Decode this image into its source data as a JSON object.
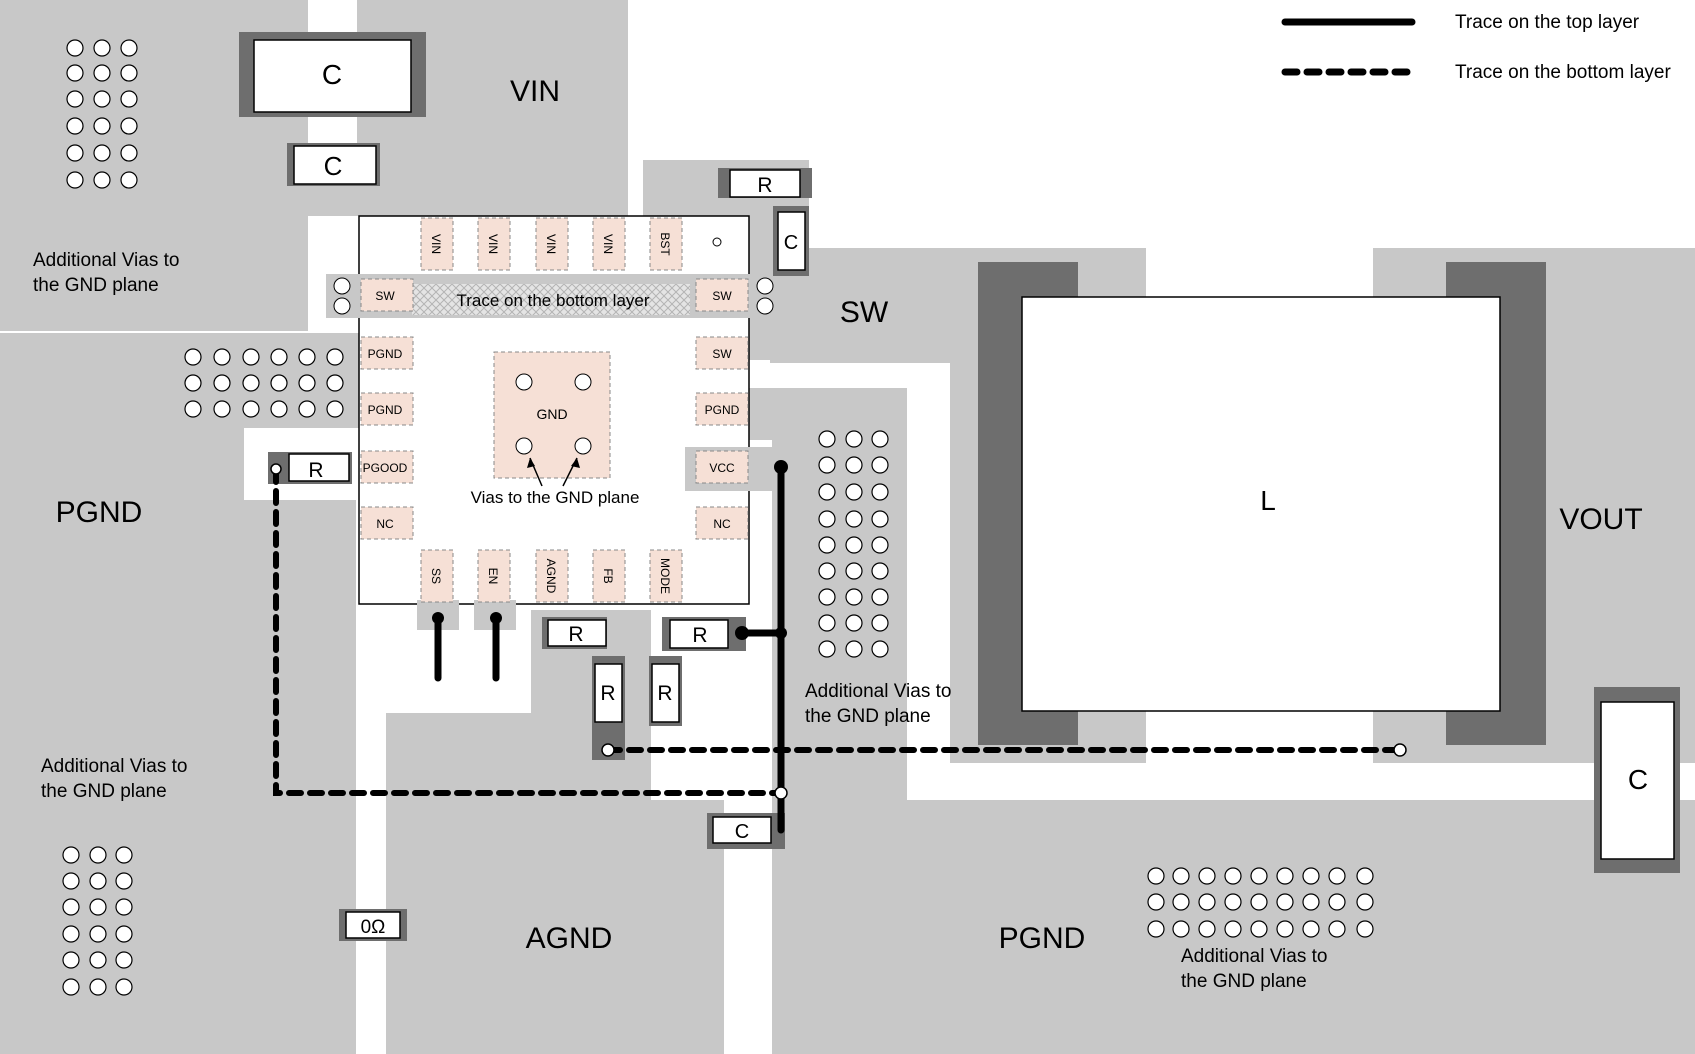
{
  "legend": {
    "top_layer": "Trace on the top layer",
    "bottom_layer": "Trace on the bottom layer"
  },
  "planes": {
    "vin": "VIN",
    "sw": "SW",
    "pgnd_left": "PGND",
    "vout": "VOUT",
    "agnd": "AGND",
    "pgnd_bottom": "PGND"
  },
  "ic": {
    "top_pins": [
      "VIN",
      "VIN",
      "VIN",
      "VIN",
      "BST"
    ],
    "left_pins": [
      "SW",
      "PGND",
      "PGND",
      "PGOOD",
      "NC"
    ],
    "right_pins": [
      "SW",
      "SW",
      "PGND",
      "VCC",
      "NC"
    ],
    "bottom_pins": [
      "SS",
      "EN",
      "AGND",
      "FB",
      "MODE"
    ],
    "thermal_pad": "GND",
    "bottom_trace_text": "Trace on the bottom layer",
    "vias_note": "Vias to the GND plane"
  },
  "components": {
    "cap": "C",
    "res": "R",
    "inductor": "L",
    "zero_ohm": "0Ω"
  },
  "notes": {
    "vias_top_left": [
      "Additional Vias to",
      "the GND plane"
    ],
    "vias_mid": [
      "Additional Vias to",
      "the GND plane"
    ],
    "vias_bottom_left": [
      "Additional Vias to",
      "the GND plane"
    ],
    "vias_bottom_right": [
      "Additional Vias to",
      "the GND plane"
    ]
  },
  "colors": {
    "copper": "#c8c8c8",
    "pad": "#6e6e6e",
    "ic_pin": "#f6e0d6",
    "trace": "#000000"
  }
}
